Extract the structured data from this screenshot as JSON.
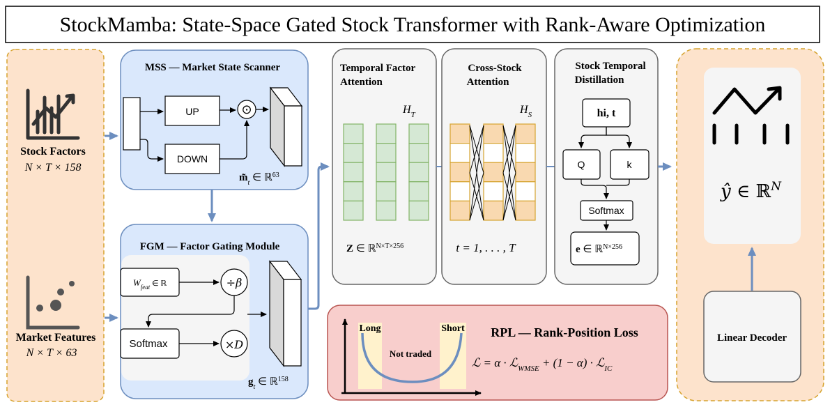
{
  "title": "StockMamba: State-Space Gated Stock Transformer with Rank-Aware Optimization",
  "inputs": {
    "stock_factors_label": "Stock Factors",
    "stock_factors_shape": "N × T × 158",
    "market_features_label": "Market Features",
    "market_features_shape": "N × T × 63"
  },
  "mss": {
    "title": "MSS — Market State Scanner",
    "up": "UP",
    "down": "DOWN",
    "odot": "⊙",
    "output_m": "m̃",
    "output_sub": "t",
    "output_in": " ∈ ℝ",
    "output_sup": "63"
  },
  "fgm": {
    "title": "FGM — Factor Gating Module",
    "w_feat": "W",
    "w_feat_sub": "feat",
    "w_feat_in": " ∈ ℝ",
    "div_beta": "÷β",
    "softmax": "Softmax",
    "times_d": "×D",
    "output_g": "g",
    "output_sub": "t",
    "output_in": " ∈ ℝ",
    "output_sup": "158"
  },
  "tfa": {
    "title_line1": "Temporal Factor",
    "title_line2": "Attention",
    "h_label": "H",
    "h_sub": "T",
    "z_main": "Z",
    "z_in": " ∈ ℝ",
    "z_sup": "N×T×256"
  },
  "csa": {
    "title_line1": "Cross-Stock",
    "title_line2": "Attention",
    "h_label": "H",
    "h_sub": "S",
    "t_range": "t = 1, . . . , T"
  },
  "std": {
    "title_line1": "Stock Temporal",
    "title_line2": "Distillation",
    "hit": "hi, t",
    "q": "Q",
    "k": "k",
    "softmax": "Softmax",
    "e_main": "e",
    "e_in": " ∈ ℝ",
    "e_sup": "N×256"
  },
  "rpl": {
    "title": "RPL — Rank-Position Loss",
    "long": "Long",
    "short": "Short",
    "not_traded": "Not traded",
    "formula": "ℒ = α · ℒ",
    "formula_sub1": "WMSE",
    "formula_mid": " + (1 − α) · ℒ",
    "formula_sub2": "IC"
  },
  "output": {
    "y_hat": "ŷ",
    "y_in": " ∈ ℝ",
    "y_sup": "N",
    "decoder": "Linear Decoder"
  },
  "colors": {
    "orange_fill": "#fde3cc",
    "orange_border": "#d6a32e",
    "blue_fill": "#dae8fc",
    "blue_border": "#6c8ebf",
    "grey_fill": "#f5f5f5",
    "grey_border": "#666666",
    "green_fill": "#d5e8d4",
    "green_border": "#82b366",
    "red_fill": "#f8cecc",
    "red_border": "#b85450",
    "arrow_blue": "#6c8ebf",
    "yellow_band": "#fff2cc"
  }
}
